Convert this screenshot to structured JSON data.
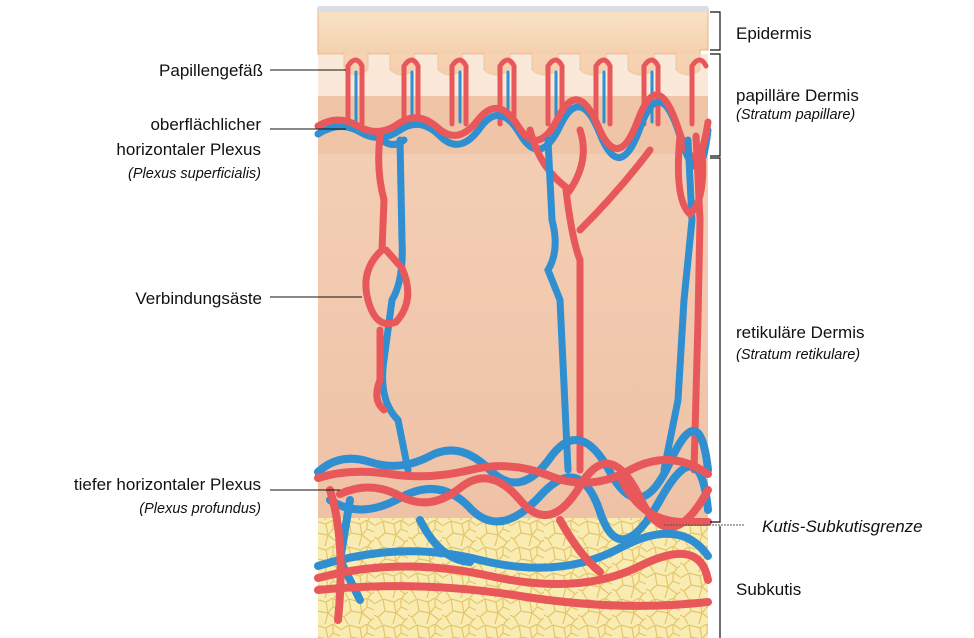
{
  "left_labels": {
    "papillengefaess": "Papillengefäß",
    "superficial_line1": "oberflächlicher",
    "superficial_line2": "horizontaler Plexus",
    "superficial_latin": "(Plexus superficialis)",
    "verbindungsaeste": "Verbindungsäste",
    "deep_line1": "tiefer horizontaler Plexus",
    "deep_latin": "(Plexus profundus)"
  },
  "right_labels": {
    "epidermis": "Epidermis",
    "papillary": "papilläre Dermis",
    "papillary_latin": "(Stratum papillare)",
    "reticular": "retikuläre Dermis",
    "reticular_latin": "(Stratum retikulare)",
    "border": "Kutis-Subkutisgrenze",
    "subcutis": "Subkutis"
  },
  "colors": {
    "artery": "#e8585a",
    "vein": "#2f8fd0",
    "epidermis": "#f4cfa6",
    "dermis": "#f2c9ae",
    "fat_fill": "#f8ecb2",
    "fat_line": "#e6c56a"
  }
}
